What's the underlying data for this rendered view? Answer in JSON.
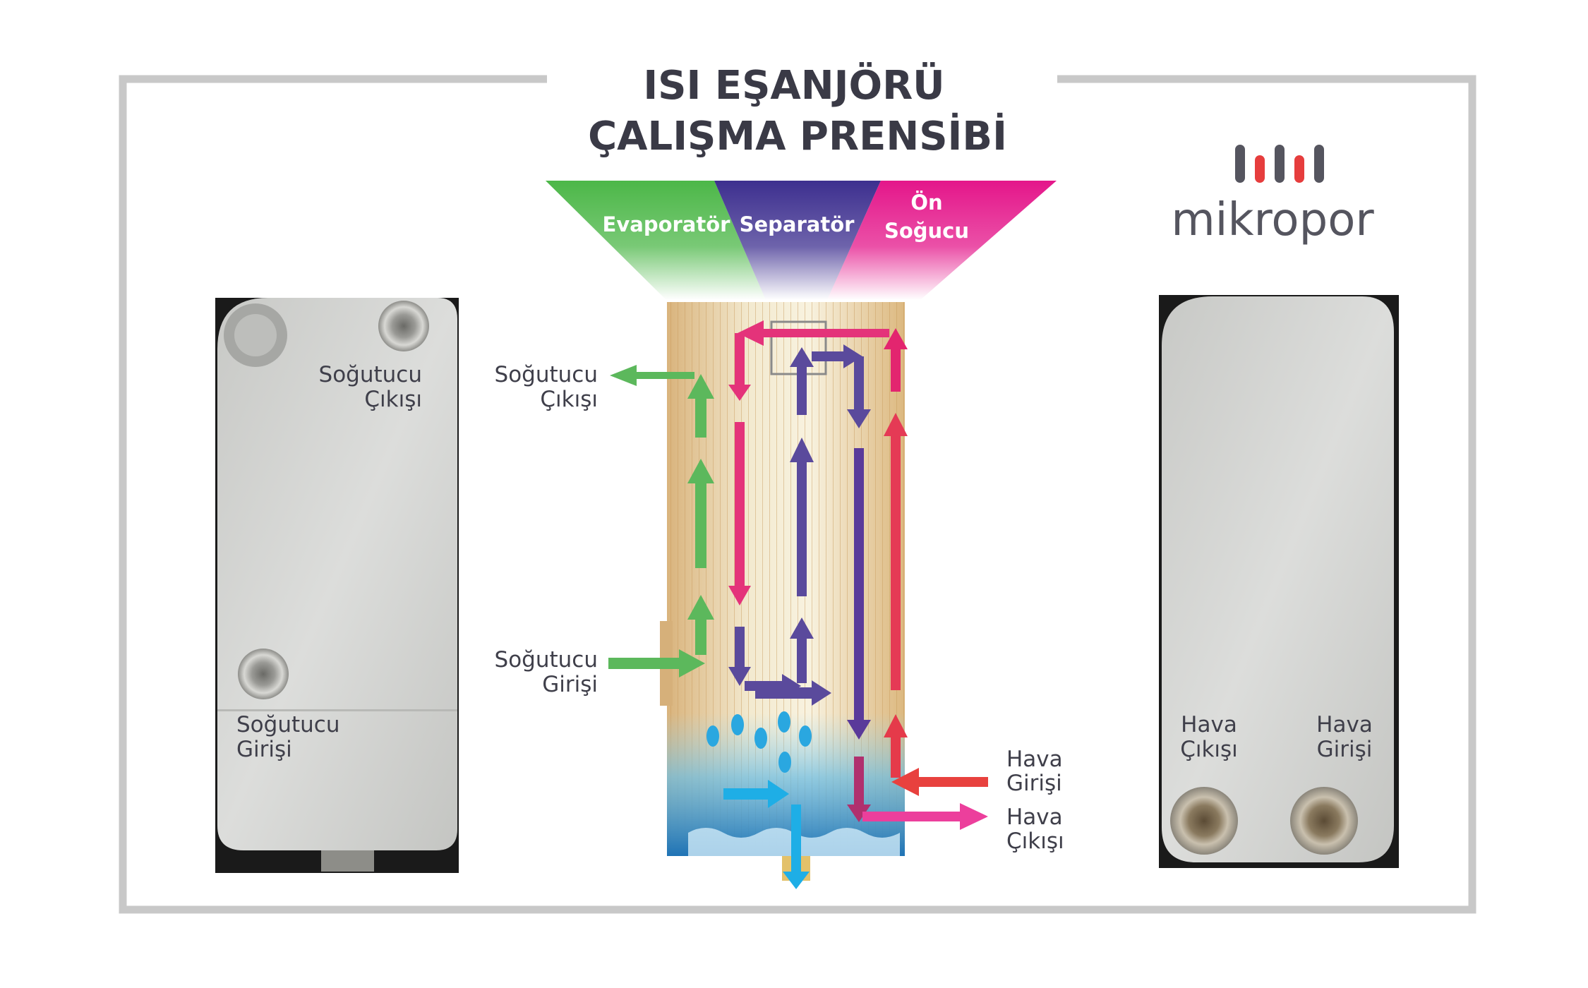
{
  "title": {
    "line1": "ISI EŞANJÖRÜ",
    "line2": "ÇALIŞMA PRENSİBİ"
  },
  "zones": [
    {
      "label_lines": [
        "Evaporatör"
      ],
      "color": "#4cb748"
    },
    {
      "label_lines": [
        "Separatör"
      ],
      "color": "#3d2f8f"
    },
    {
      "label_lines": [
        "Ön",
        "Soğucu"
      ],
      "color": "#e4168a"
    }
  ],
  "brand": {
    "name": "mikropor",
    "mark_colors": [
      "#55555f",
      "#e63d3d"
    ]
  },
  "left_plate": {
    "coolant_out": [
      "Soğutucu",
      "Çıkışı"
    ],
    "coolant_in": [
      "Soğutucu",
      "Girişi"
    ]
  },
  "center_labels": {
    "coolant_out": [
      "Soğutucu",
      "Çıkışı"
    ],
    "coolant_in": [
      "Soğutucu",
      "Girişi"
    ],
    "air_in": [
      "Hava",
      "Girişi"
    ],
    "air_out": [
      "Hava",
      "Çıkışı"
    ]
  },
  "right_plate": {
    "air_out": [
      "Hava",
      "Çıkışı"
    ],
    "air_in": [
      "Hava",
      "Girişi"
    ]
  },
  "flow_colors": {
    "coolant": "#5cb85c",
    "evaporator": "#e4337a",
    "separator": "#5a4a9c",
    "precooler": "#e3256f",
    "air_in": "#e8413e",
    "air_out": "#ec3f9c",
    "water": "#1eaee6"
  }
}
